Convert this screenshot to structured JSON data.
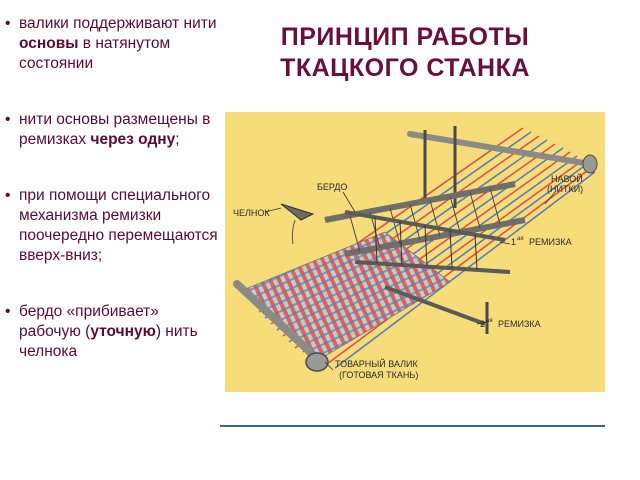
{
  "title": {
    "line1": "ПРИНЦИП РАБОТЫ",
    "line2": "ТКАЦКОГО СТАНКА"
  },
  "bullets": [
    {
      "pre": "валики поддерживают нити ",
      "bold": "основы",
      "post": " в натянутом состоянии"
    },
    {
      "pre": "нити основы размещены в ремизках ",
      "bold": "через одну",
      "post": ";"
    },
    {
      "pre": "при помощи специального механизма ремизки поочередно перемещаются вверх-вниз;",
      "bold": "",
      "post": ""
    },
    {
      "pre": "бердо «прибивает» рабочую (",
      "bold": "уточную",
      "post": ") нить челнока"
    }
  ],
  "diagram": {
    "labels": {
      "berdo": "БЕРДО",
      "chelnok": "ЧЕЛНОК",
      "navoy1": "НАВОЙ",
      "navoy2": "(НИТКИ)",
      "remizka1_num": "1",
      "remizka1_sup": "ая",
      "remizka1_word": "РЕМИЗКА",
      "remizka2_num": "2",
      "remizka2_sup": "ая",
      "remizka2_word": "РЕМИЗКА",
      "valik1": "ТОВАРНЫЙ ВАЛИК",
      "valik2": "(ГОТОВАЯ ТКАНЬ)"
    },
    "colors": {
      "background": "#f7dc7a",
      "frame": "#8a8a86",
      "frame_dark": "#4a4a48",
      "thread_red": "#d9534f",
      "thread_blue": "#5a7fb8",
      "label_ink": "#2a2a2a"
    }
  }
}
